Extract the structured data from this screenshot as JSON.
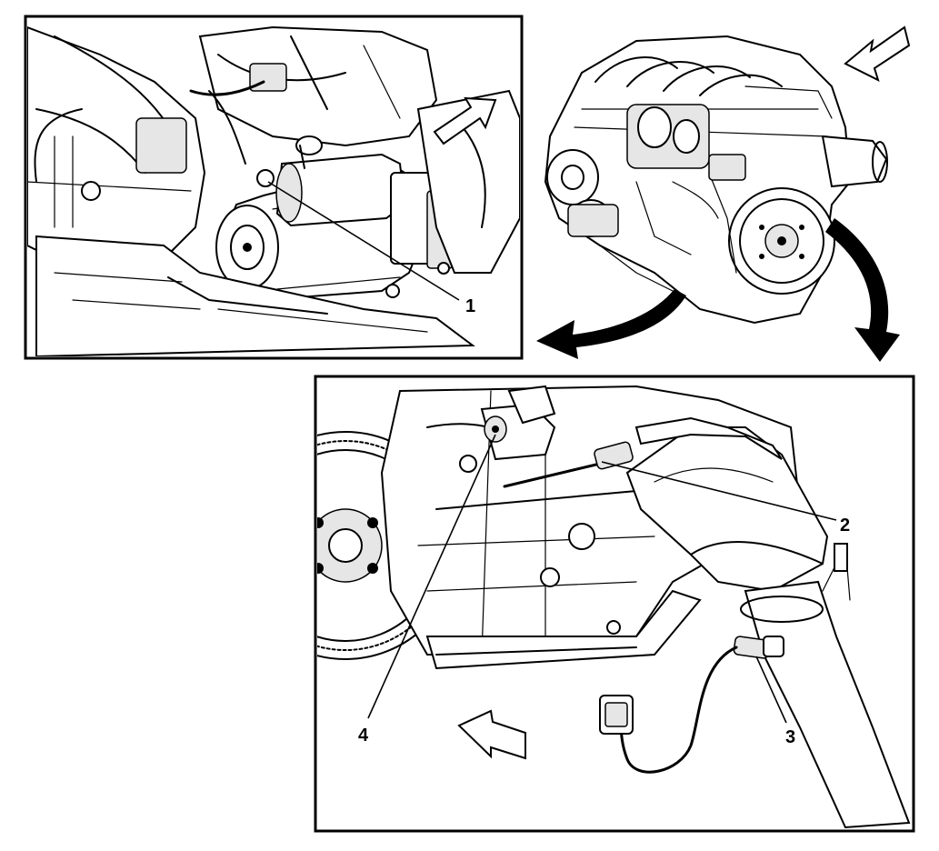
{
  "callouts": {
    "c1": "1",
    "c2": "2",
    "c3": "3",
    "c4": "4"
  },
  "icons": {
    "direction_arrow": "hollow-arrow-icon",
    "curved_arrow": "curved-arrow-icon"
  },
  "colors": {
    "ink": "#000000",
    "paper": "#ffffff"
  }
}
